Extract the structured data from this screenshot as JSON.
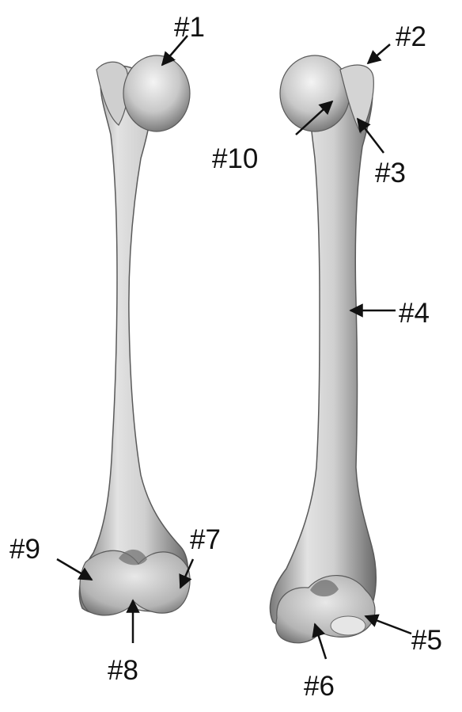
{
  "labels": [
    {
      "id": "1",
      "text": "#1"
    },
    {
      "id": "2",
      "text": "#2"
    },
    {
      "id": "3",
      "text": "#3"
    },
    {
      "id": "4",
      "text": "#4"
    },
    {
      "id": "5",
      "text": "#5"
    },
    {
      "id": "6",
      "text": "#6"
    },
    {
      "id": "7",
      "text": "#7"
    },
    {
      "id": "8",
      "text": "#8"
    },
    {
      "id": "9",
      "text": "#9"
    },
    {
      "id": "10",
      "text": "#10"
    }
  ],
  "colors": {
    "bone_light": "#e6e6e6",
    "bone_mid": "#b8b8b8",
    "bone_dark": "#6e6e6e",
    "ink": "#111111"
  }
}
